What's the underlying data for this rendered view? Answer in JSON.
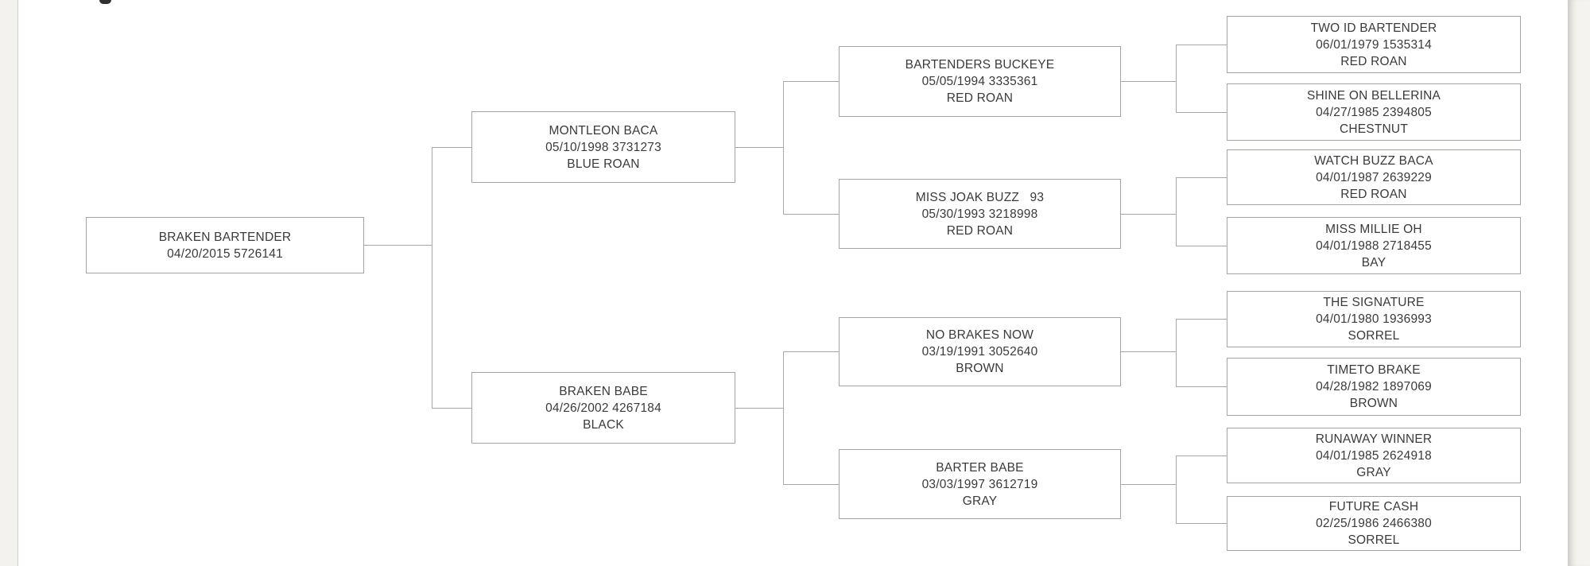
{
  "theme": {
    "page_background": "#ffffff",
    "margin_background": "#f3f2ee",
    "box_border_color": "#a5a4a1",
    "connector_color": "#a9a8a5",
    "text_color": "#3a3a3a"
  },
  "pedigree": {
    "nodes": [
      {
        "name": "BRAKEN BARTENDER",
        "details": "04/20/2015 5726141"
      },
      {
        "name": "MONTLEON BACA",
        "details": "05/10/1998 3731273",
        "color": "BLUE ROAN"
      },
      {
        "name": "BRAKEN BABE",
        "details": "04/26/2002 4267184",
        "color": "BLACK"
      },
      {
        "name": "BARTENDERS BUCKEYE",
        "details": "05/05/1994 3335361",
        "color": "RED ROAN"
      },
      {
        "name": "MISS JOAK BUZZ   93",
        "details": "05/30/1993 3218998",
        "color": "RED ROAN"
      },
      {
        "name": "NO BRAKES NOW",
        "details": "03/19/1991 3052640",
        "color": "BROWN"
      },
      {
        "name": "BARTER BABE",
        "details": "03/03/1997 3612719",
        "color": "GRAY"
      },
      {
        "name": "TWO ID BARTENDER",
        "details": "06/01/1979 1535314",
        "color": "RED ROAN"
      },
      {
        "name": "SHINE ON BELLERINA",
        "details": "04/27/1985 2394805",
        "color": "CHESTNUT"
      },
      {
        "name": "WATCH BUZZ BACA",
        "details": "04/01/1987 2639229",
        "color": "RED ROAN"
      },
      {
        "name": "MISS MILLIE OH",
        "details": "04/01/1988 2718455",
        "color": "BAY"
      },
      {
        "name": "THE SIGNATURE",
        "details": "04/01/1980 1936993",
        "color": "SORREL"
      },
      {
        "name": "TIMETO BRAKE",
        "details": "04/28/1982 1897069",
        "color": "BROWN"
      },
      {
        "name": "RUNAWAY WINNER",
        "details": "04/01/1985 2624918",
        "color": "GRAY"
      },
      {
        "name": "FUTURE CASH",
        "details": "02/25/1986 2466380",
        "color": "SORREL"
      }
    ]
  }
}
